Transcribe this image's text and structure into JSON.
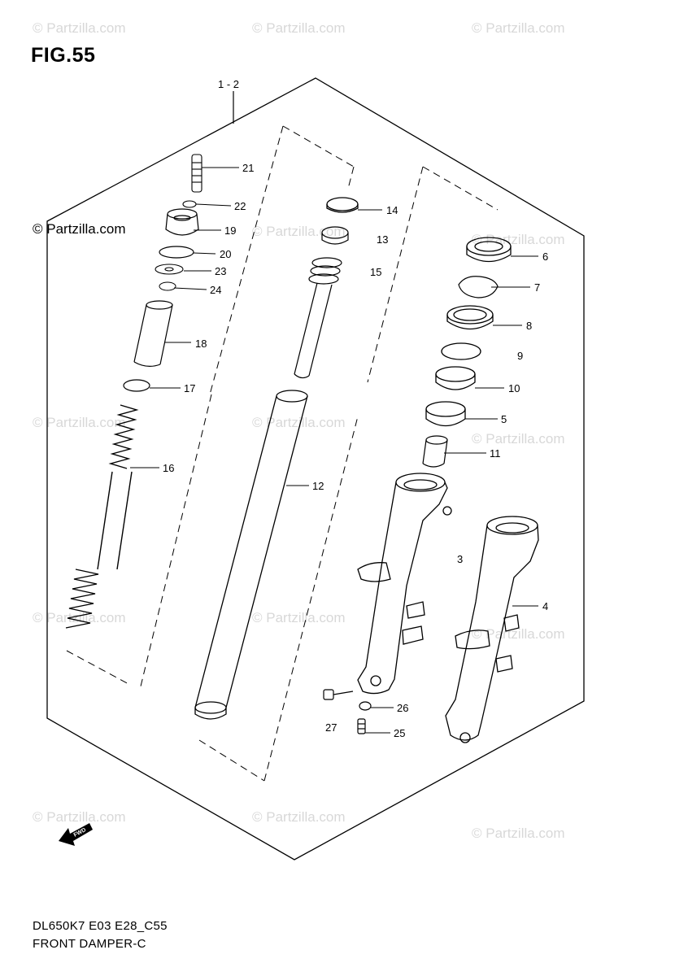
{
  "figure": {
    "title": "FIG.55",
    "assembly_label": "1 - 2"
  },
  "parts": [
    {
      "id": "p21",
      "num": "21"
    },
    {
      "id": "p22",
      "num": "22"
    },
    {
      "id": "p19",
      "num": "19"
    },
    {
      "id": "p20",
      "num": "20"
    },
    {
      "id": "p23",
      "num": "23"
    },
    {
      "id": "p24",
      "num": "24"
    },
    {
      "id": "p18",
      "num": "18"
    },
    {
      "id": "p17",
      "num": "17"
    },
    {
      "id": "p16",
      "num": "16"
    },
    {
      "id": "p14",
      "num": "14"
    },
    {
      "id": "p13",
      "num": "13"
    },
    {
      "id": "p15",
      "num": "15"
    },
    {
      "id": "p12",
      "num": "12"
    },
    {
      "id": "p6",
      "num": "6"
    },
    {
      "id": "p7",
      "num": "7"
    },
    {
      "id": "p8",
      "num": "8"
    },
    {
      "id": "p9",
      "num": "9"
    },
    {
      "id": "p10",
      "num": "10"
    },
    {
      "id": "p5",
      "num": "5"
    },
    {
      "id": "p11",
      "num": "11"
    },
    {
      "id": "p3",
      "num": "3"
    },
    {
      "id": "p4",
      "num": "4"
    },
    {
      "id": "p26",
      "num": "26"
    },
    {
      "id": "p27",
      "num": "27"
    },
    {
      "id": "p25",
      "num": "25"
    }
  ],
  "direction_marker": "FWD",
  "watermark": {
    "text": "© Partzilla.com",
    "prominent_text": "© Partzilla.com"
  },
  "footer": {
    "code": "DL650K7 E03 E28_C55",
    "name": "FRONT DAMPER-C"
  }
}
